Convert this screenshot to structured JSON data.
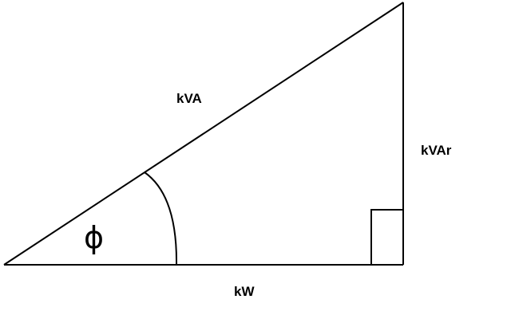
{
  "diagram": {
    "labels": {
      "hypotenuse": "kVA",
      "opposite": "kVAr",
      "adjacent": "kW",
      "angle": "ϕ"
    },
    "colors": {
      "background": "#ffffff",
      "stroke": "#000000",
      "text": "#000000"
    }
  }
}
